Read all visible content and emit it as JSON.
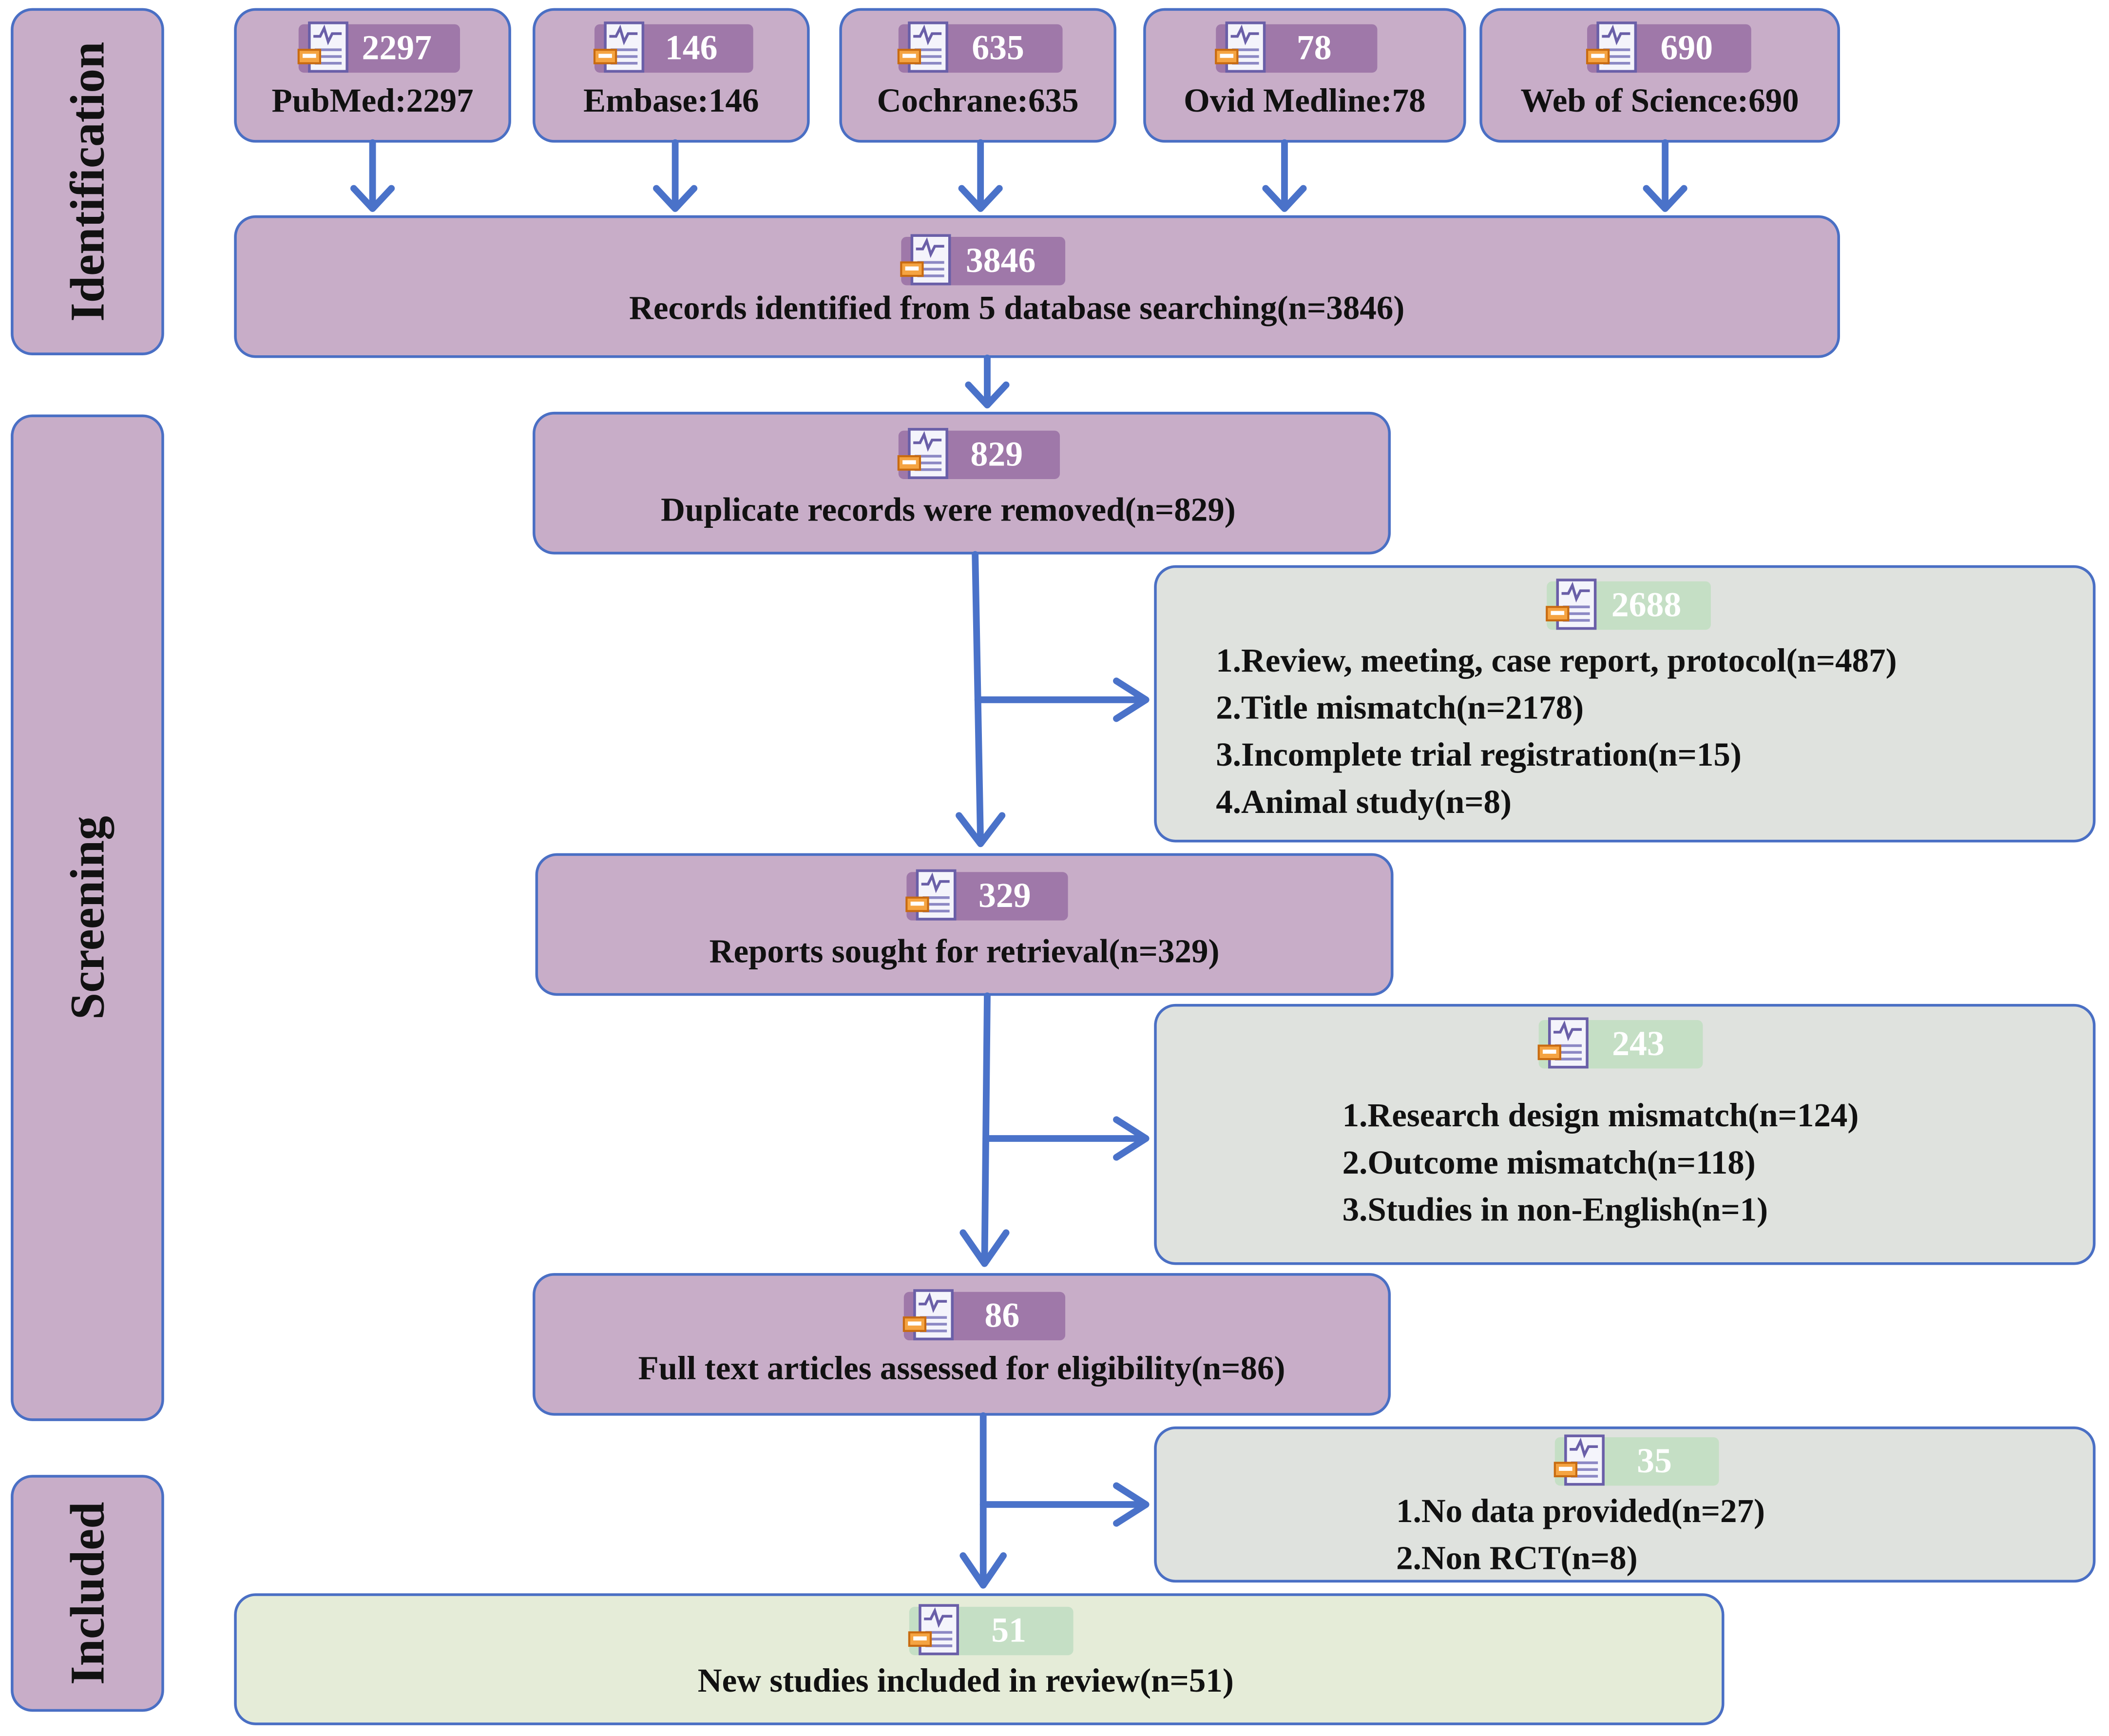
{
  "phases": {
    "identification": "Identification",
    "screening": "Screening",
    "included": "Included"
  },
  "sources": [
    {
      "badge": "2297",
      "label": "PubMed:2297"
    },
    {
      "badge": "146",
      "label": "Embase:146"
    },
    {
      "badge": "635",
      "label": "Cochrane:635"
    },
    {
      "badge": "78",
      "label": "Ovid Medline:78"
    },
    {
      "badge": "690",
      "label": "Web of Science:690"
    }
  ],
  "identified": {
    "badge": "3846",
    "label": "Records identified from 5 database searching(n=3846)"
  },
  "duplicates": {
    "badge": "829",
    "label": "Duplicate records were removed(n=829)"
  },
  "exclusion1": {
    "badge": "2688",
    "items": [
      "1.Review, meeting, case report, protocol(n=487)",
      "2.Title mismatch(n=2178)",
      "3.Incomplete trial registration(n=15)",
      "4.Animal study(n=8)"
    ]
  },
  "retrieval": {
    "badge": "329",
    "label": "Reports sought for retrieval(n=329)"
  },
  "exclusion2": {
    "badge": "243",
    "items": [
      "1.Research design mismatch(n=124)",
      "2.Outcome mismatch(n=118)",
      "3.Studies in non-English(n=1)"
    ]
  },
  "fulltext": {
    "badge": "86",
    "label": "Full text articles assessed for eligibility(n=86)"
  },
  "exclusion3": {
    "badge": "35",
    "items": [
      "1.No data provided(n=27)",
      "2.Non RCT(n=8)"
    ]
  },
  "included": {
    "badge": "51",
    "label": "New studies included in review(n=51)"
  },
  "colors": {
    "box_purple": "#c8adc8",
    "box_grey": "#dfe2de",
    "box_green": "#e5ecd8",
    "border_blue": "#4a6fc4",
    "arrow_blue": "#4a72c9",
    "badge_purple": "#9f78a9",
    "badge_green": "#c5dfc5"
  },
  "icons": [
    "report-chart-icon"
  ]
}
